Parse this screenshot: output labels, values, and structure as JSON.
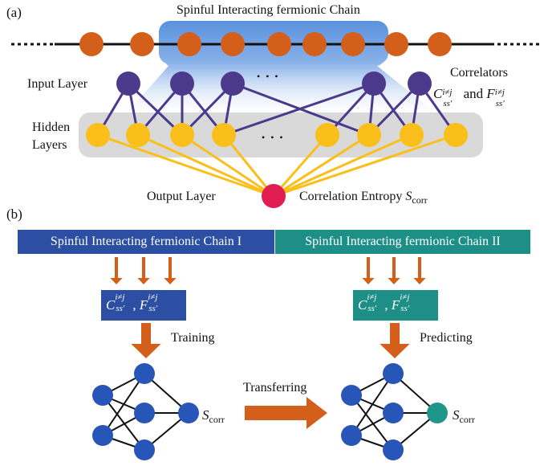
{
  "panel_a": {
    "label": "(a)",
    "chain_title": "Spinful Interacting fermionic Chain",
    "input_layer": "Input Layer",
    "hidden_layers_line1": "Hidden",
    "hidden_layers_line2": "Layers",
    "output_layer": "Output Layer",
    "correlators_title": "Correlators",
    "corr_C": "C",
    "corr_and": "and",
    "corr_F": "F",
    "corr_sup": "i≠j",
    "corr_sub": "ss′",
    "entropy_text": "Correlation Entropy",
    "entropy_symbol": "S",
    "entropy_sub": "corr",
    "ellipsis_input": "• • •",
    "ellipsis_hidden": "• • •"
  },
  "panel_b": {
    "label": "(b)",
    "chain_I": "Spinful Interacting fermionic Chain I",
    "chain_II": "Spinful Interacting fermionic Chain II",
    "corr_C": "C",
    "corr_F": "F",
    "corr_sup": "i≠j",
    "corr_sub": "ss′",
    "comma": ",",
    "training": "Training",
    "predicting": "Predicting",
    "transferring": "Transferring",
    "s_symbol_left": "S",
    "s_sub_left": "corr",
    "s_symbol_right": "S",
    "s_sub_right": "corr"
  },
  "colors": {
    "chain_node": "#d35f1a",
    "input_node": "#4b3a8c",
    "hidden_node": "#fbbf1b",
    "output_node": "#e01e52",
    "edge_input_hidden": "#4b3a8c",
    "edge_hidden_output": "#fbbf1b",
    "blue_box": "#2c4fa3",
    "teal_box": "#1e8f86",
    "orange_arrow": "#d35f1a",
    "net_node": "#2756b8",
    "net_output_teal": "#1e9688"
  }
}
